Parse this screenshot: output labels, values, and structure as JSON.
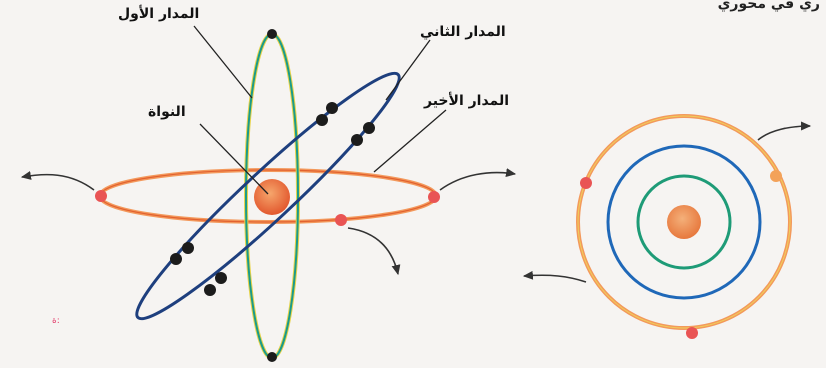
{
  "header_text": "ري في محوري",
  "labels": {
    "first_orbit": "المدار الأول",
    "second_orbit": "المدار الثاني",
    "last_orbit": "المدار الأخير",
    "nucleus": "النواة"
  },
  "corner_mark": "ﺓ:",
  "colors": {
    "outer_orbit": "#f3995c",
    "vertical_orbit_inner": "#1a9b8a",
    "vertical_orbit_outer": "#e8d34a",
    "tilted_orbit": "#1e3f7e",
    "nucleus": "#ee7a3a",
    "electron_dark": "#1c1c1c",
    "electron_red": "#e95454",
    "ring_blue": "#1f68b8",
    "ring_green": "#1e9b77",
    "arrow": "#333333"
  }
}
